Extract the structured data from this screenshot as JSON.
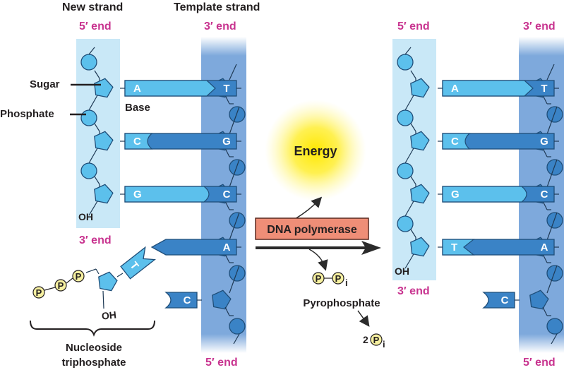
{
  "labels": {
    "new_strand": "New strand",
    "template_strand": "Template strand",
    "sugar": "Sugar",
    "phosphate": "Phosphate",
    "base": "Base",
    "oh": "OH",
    "nucleoside_triphosphate_line1": "Nucleoside",
    "nucleoside_triphosphate_line2": "triphosphate",
    "energy": "Energy",
    "dna_polymerase": "DNA polymerase",
    "pyrophosphate": "Pyrophosphate",
    "phosphate_symbol": "P",
    "inorganic_subscript": "i",
    "two_pi_coefficient": "2"
  },
  "ends": {
    "left_new_top": "5′ end",
    "left_new_bottom": "3′ end",
    "left_template_top": "3′ end",
    "left_template_bottom": "5′ end",
    "right_new_top": "5′ end",
    "right_new_bottom": "3′ end",
    "right_template_top": "3′ end",
    "right_template_bottom": "5′ end"
  },
  "before": {
    "pairs": [
      {
        "new": "A",
        "template": "T"
      },
      {
        "new": "C",
        "template": "G"
      },
      {
        "new": "G",
        "template": "C"
      }
    ],
    "incoming_nucleotide": {
      "base": "T",
      "pairs_with": "A"
    },
    "unpaired_template": [
      "C"
    ]
  },
  "after": {
    "pairs": [
      {
        "new": "A",
        "template": "T"
      },
      {
        "new": "C",
        "template": "G"
      },
      {
        "new": "G",
        "template": "C"
      },
      {
        "new": "T",
        "template": "A"
      }
    ],
    "unpaired_template": [
      "C"
    ]
  },
  "colors": {
    "new_strand_bg": "#c9e8f7",
    "template_strand_bg": "#7ea9dc",
    "light_blue": "#5cc0ec",
    "dark_blue": "#3a83c6",
    "outline": "#1f4e79",
    "end_label": "#c8338f",
    "polymerase_box": "#ef8e77",
    "phosphate_fill": "#f6f0a0",
    "energy_glow": "#ffe800"
  }
}
